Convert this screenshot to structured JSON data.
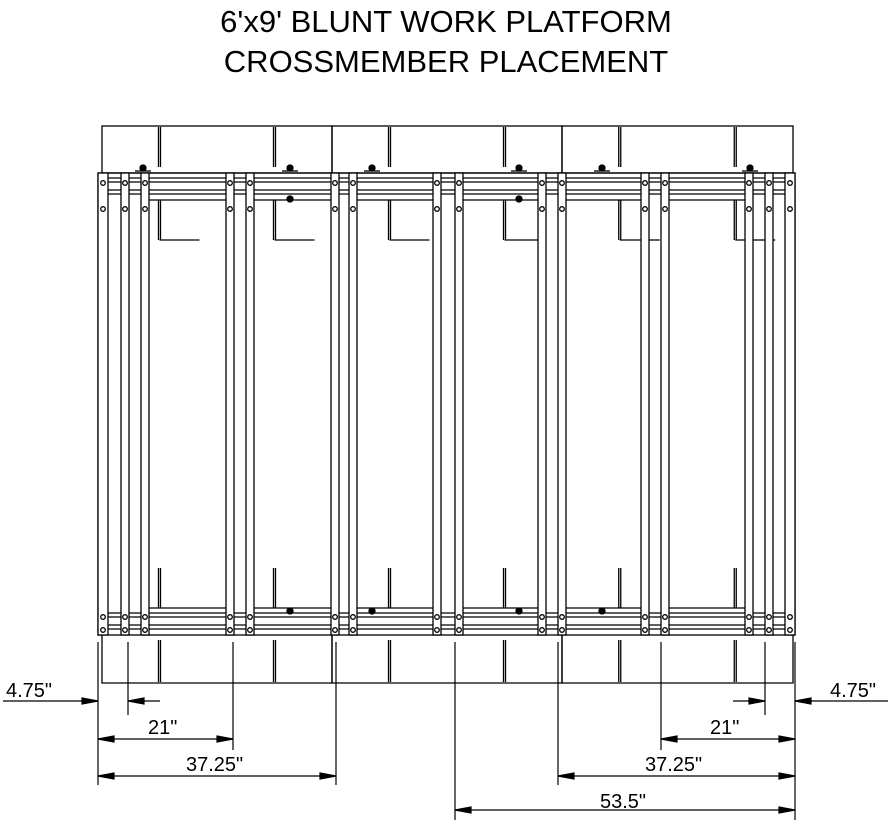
{
  "title": {
    "line1": "6'x9' BLUNT WORK PLATFORM",
    "line2": "CROSSMEMBER PLACEMENT"
  },
  "dimensions": {
    "left": {
      "edge_offset": "4.75\"",
      "first": "21\"",
      "second": "37.25\""
    },
    "right": {
      "edge_offset": "4.75\"",
      "first": "21\"",
      "second": "37.25\"",
      "third": "53.5\""
    }
  },
  "colors": {
    "line": "#000000",
    "background": "#ffffff"
  }
}
